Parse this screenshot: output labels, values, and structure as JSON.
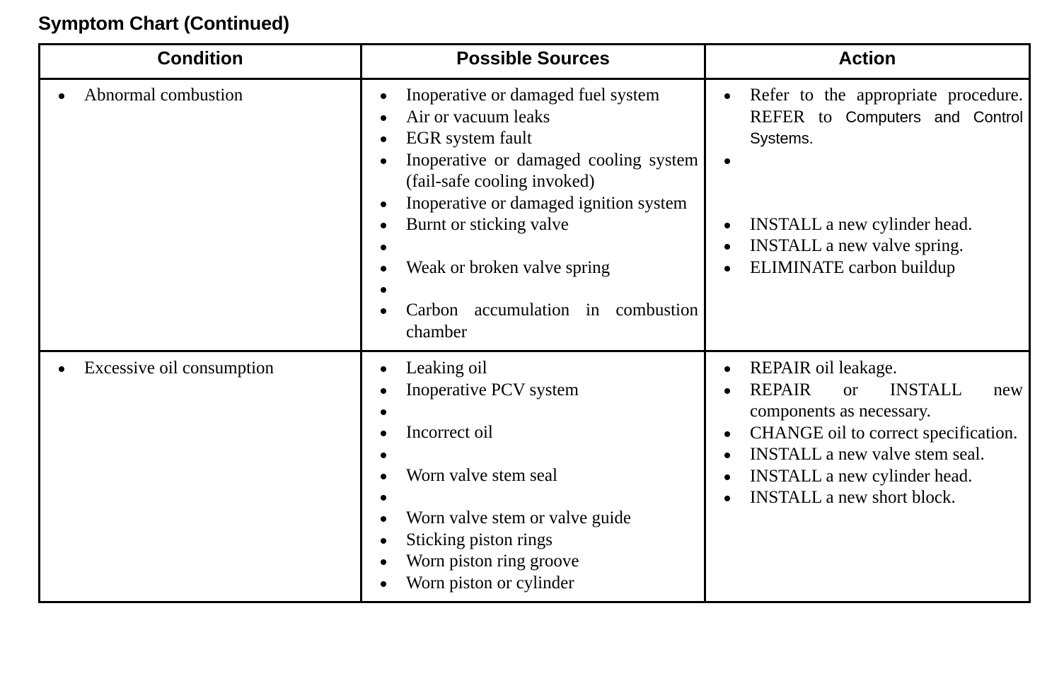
{
  "document": {
    "title": "Symptom Chart (Continued)"
  },
  "table": {
    "headers": {
      "condition": "Condition",
      "sources": "Possible Sources",
      "action": "Action"
    },
    "rows": [
      {
        "condition": [
          "Abnormal combustion"
        ],
        "sources": [
          "Inoperative or damaged fuel system",
          "Air or vacuum leaks",
          "EGR system fault",
          "Inoperative or damaged cooling system (fail-safe cooling invoked)",
          "Inoperative or damaged ignition system",
          "Burnt or sticking valve",
          "Weak or broken valve spring",
          "Carbon accumulation in combustion chamber"
        ],
        "actions": [
          "Refer to the appropriate procedure. REFER to ",
          "INSTALL a new cylinder head.",
          "INSTALL a new valve spring.",
          "ELIMINATE carbon buildup"
        ],
        "action_reference": "Computers and Control Systems."
      },
      {
        "condition": [
          "Excessive oil consumption"
        ],
        "sources": [
          "Leaking oil",
          "Inoperative PCV system",
          "Incorrect oil",
          "Worn valve stem seal",
          "Worn valve stem or valve guide",
          "Sticking piston rings",
          "Worn piston ring groove",
          "Worn piston or cylinder"
        ],
        "actions": [
          "REPAIR oil leakage.",
          "REPAIR or INSTALL new components as necessary.",
          "CHANGE oil to correct specification.",
          "INSTALL a new valve stem seal.",
          "INSTALL a new cylinder head.",
          "INSTALL a new short block."
        ]
      }
    ]
  }
}
